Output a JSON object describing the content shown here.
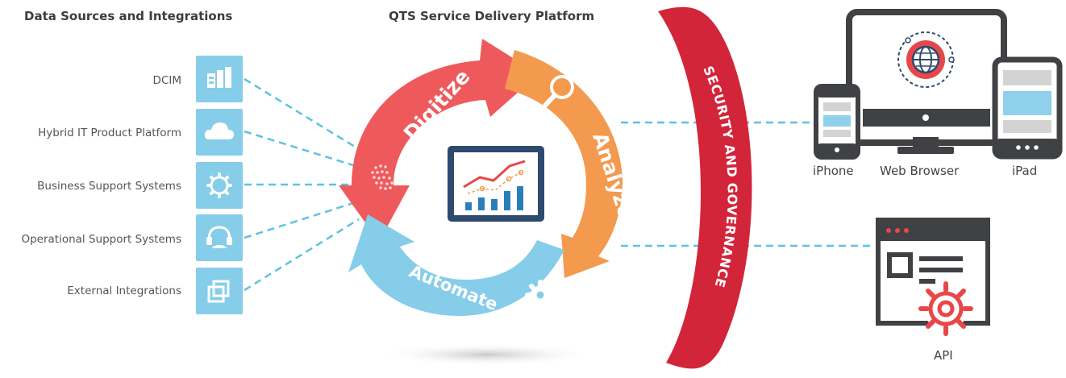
{
  "headings": {
    "left": "Data Sources and Integrations",
    "center": "QTS Service Delivery Platform"
  },
  "sources": [
    {
      "label": "DCIM",
      "icon": "dcim-building-icon"
    },
    {
      "label": "Hybrid IT Product Platform",
      "icon": "cloud-icon"
    },
    {
      "label": "Business Support Systems",
      "icon": "gear-icon"
    },
    {
      "label": "Operational Support Systems",
      "icon": "headset-icon"
    },
    {
      "label": "External Integrations",
      "icon": "layers-icon"
    }
  ],
  "cycle": {
    "digitize": "Digitize",
    "analyze": "Analyze",
    "automate": "Automate"
  },
  "security_label": "SECURITY AND GOVERNANCE",
  "devices": {
    "iphone": "iPhone",
    "web_browser": "Web Browser",
    "ipad": "iPad",
    "api": "API"
  },
  "colors": {
    "digitize": "#ee5a5c",
    "analyze": "#f39a4e",
    "automate": "#86cdea",
    "security": "#d3253a",
    "tile": "#86cdea",
    "device": "#3f4144",
    "accent_red": "#e8474a"
  }
}
